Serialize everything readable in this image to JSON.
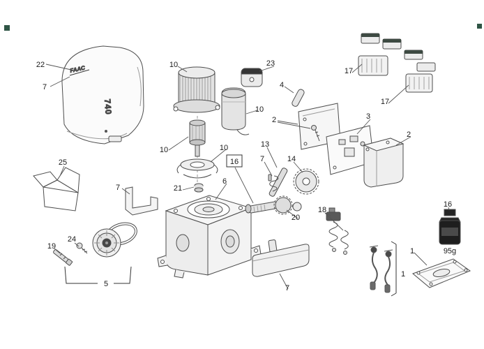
{
  "diagram": {
    "type": "exploded-parts-diagram",
    "subject": "gate operator exploded spare-parts view",
    "brand_text": "FAAC",
    "model_text": "740",
    "grease_weight": "95g"
  },
  "callouts": [
    {
      "n": "22"
    },
    {
      "n": "7"
    },
    {
      "n": "25"
    },
    {
      "n": "10"
    },
    {
      "n": "23"
    },
    {
      "n": "4"
    },
    {
      "n": "2"
    },
    {
      "n": "17"
    },
    {
      "n": "17"
    },
    {
      "n": "3"
    },
    {
      "n": "2"
    },
    {
      "n": "10"
    },
    {
      "n": "10"
    },
    {
      "n": "10"
    },
    {
      "n": "16"
    },
    {
      "n": "13"
    },
    {
      "n": "7"
    },
    {
      "n": "14"
    },
    {
      "n": "7"
    },
    {
      "n": "21"
    },
    {
      "n": "6"
    },
    {
      "n": "18"
    },
    {
      "n": "20"
    },
    {
      "n": "16"
    },
    {
      "n": "95g"
    },
    {
      "n": "1"
    },
    {
      "n": "1"
    },
    {
      "n": "19"
    },
    {
      "n": "24"
    },
    {
      "n": "5"
    },
    {
      "n": "7"
    }
  ]
}
